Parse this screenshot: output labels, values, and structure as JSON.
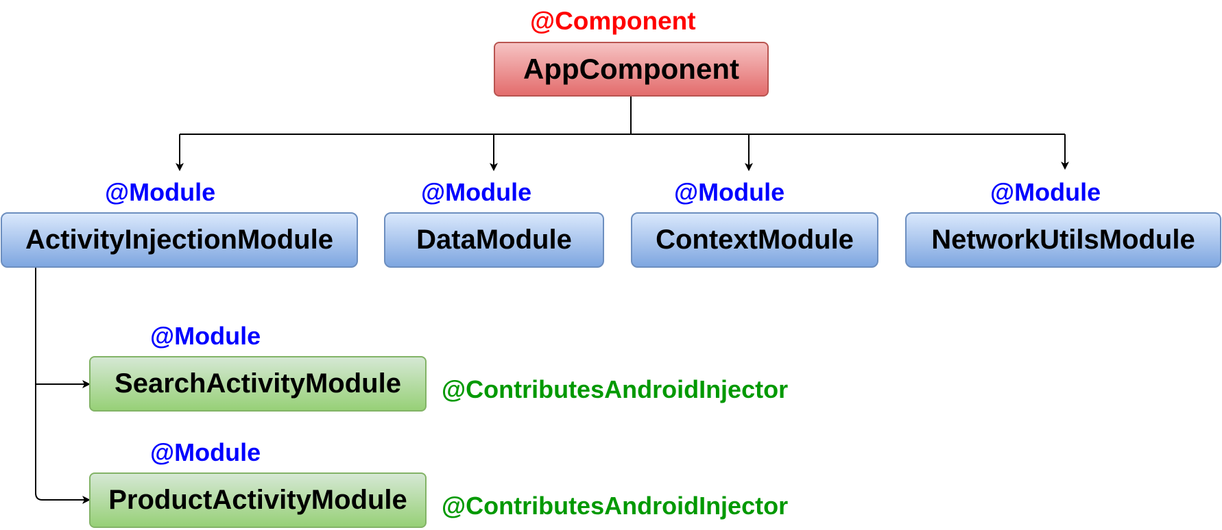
{
  "colors": {
    "component_annotation": "#ff0000",
    "module_annotation": "#0000ff",
    "injector_annotation": "#009900",
    "component_fill": "#ea8a8a",
    "module_fill": "#a9c4ee",
    "submodule_fill": "#b5dea1",
    "connector": "#000000"
  },
  "root": {
    "annotation": "@Component",
    "label": "AppComponent"
  },
  "modules": [
    {
      "annotation": "@Module",
      "label": "ActivityInjectionModule"
    },
    {
      "annotation": "@Module",
      "label": "DataModule"
    },
    {
      "annotation": "@Module",
      "label": "ContextModule"
    },
    {
      "annotation": "@Module",
      "label": "NetworkUtilsModule"
    }
  ],
  "submodules": [
    {
      "annotation": "@Module",
      "label": "SearchActivityModule",
      "side_annotation": "@ContributesAndroidInjector"
    },
    {
      "annotation": "@Module",
      "label": "ProductActivityModule",
      "side_annotation": "@ContributesAndroidInjector"
    }
  ]
}
